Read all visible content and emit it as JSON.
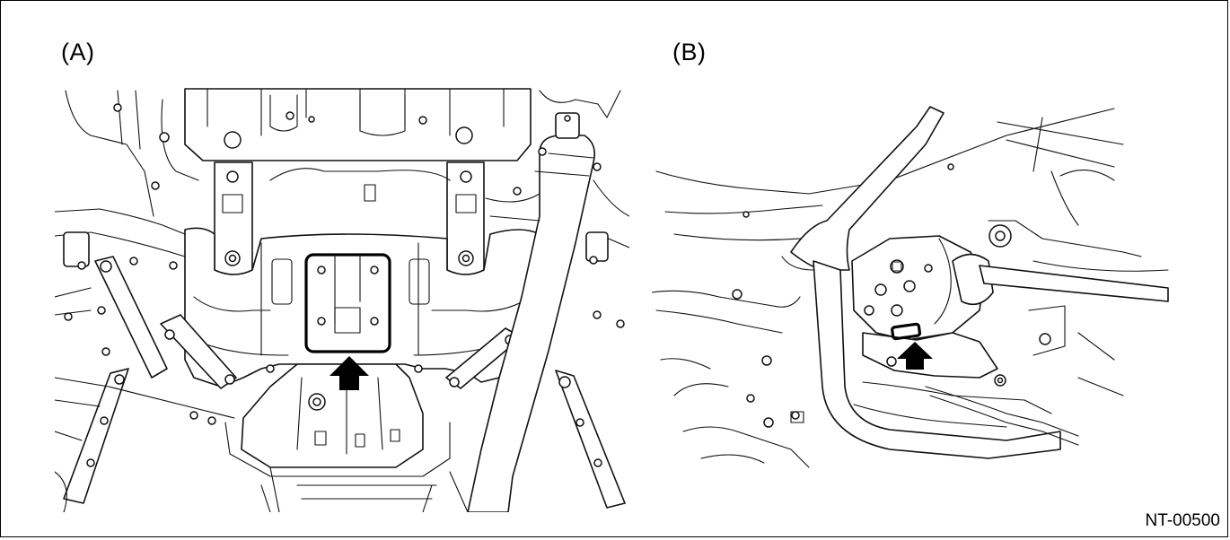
{
  "panels": [
    {
      "label": "(A)"
    },
    {
      "label": "(B)"
    }
  ],
  "figure_code": "NT-00500",
  "icons": {
    "indicator_arrow": "up-arrow-icon",
    "highlight_box": "rectangle-outline-icon"
  }
}
